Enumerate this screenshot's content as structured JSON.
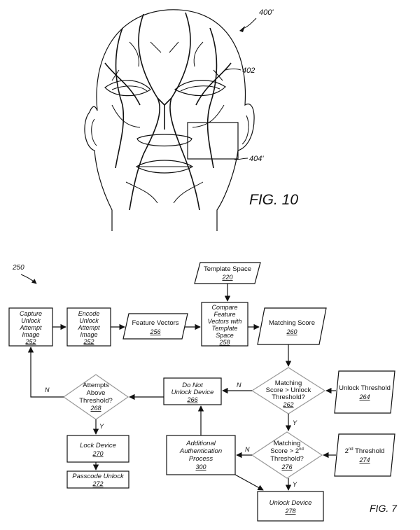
{
  "fig10": {
    "ref_400": "400'",
    "ref_402": "402",
    "ref_404": "404'",
    "caption": "FIG. 10"
  },
  "fig7": {
    "ref_250": "250",
    "caption": "FIG. 7",
    "template_space": {
      "label": "Template Space",
      "num": "220"
    },
    "capture": {
      "lines": [
        "Capture",
        "Unlock",
        "Attempt",
        "Image"
      ],
      "num": "252"
    },
    "encode": {
      "lines": [
        "Encode",
        "Unlock",
        "Attempt",
        "Image"
      ],
      "num": "252"
    },
    "feature_vectors": {
      "label": "Feature Vectors",
      "num": "256"
    },
    "compare": {
      "lines": [
        "Compare",
        "Feature",
        "Vectors with",
        "Template",
        "Space"
      ],
      "num": "258"
    },
    "matching_score": {
      "label": "Matching Score",
      "num": "260"
    },
    "decision_262": {
      "lines": [
        "Matching",
        "Score > Unlock",
        "Threshold?"
      ],
      "num": "262"
    },
    "unlock_threshold": {
      "label": "Unlock Threshold",
      "num": "264"
    },
    "do_not_unlock": {
      "lines": [
        "Do Not",
        "Unlock Device"
      ],
      "num": "266"
    },
    "attempts": {
      "lines": [
        "Attempts",
        "Above",
        "Threshold?"
      ],
      "num": "268"
    },
    "lock_device": {
      "label": "Lock Device",
      "num": "270"
    },
    "passcode_unlock": {
      "label": "Passcode Unlock",
      "num": "272"
    },
    "decision_276": {
      "line1": "Matching",
      "line2": "Score > 2",
      "line2_sup": "nd",
      "line3": "Threshold?",
      "num": "276"
    },
    "second_threshold": {
      "pre": "2",
      "sup": "nd",
      "post": " Threshold",
      "num": "274"
    },
    "additional_auth": {
      "lines": [
        "Additional",
        "Authentication",
        "Process"
      ],
      "num": "300"
    },
    "unlock_device": {
      "label": "Unlock Device",
      "num": "278"
    },
    "edge_labels": {
      "n1": "N",
      "n2": "N",
      "n3": "N",
      "y1": "Y",
      "y2": "Y",
      "y3": "Y"
    }
  }
}
